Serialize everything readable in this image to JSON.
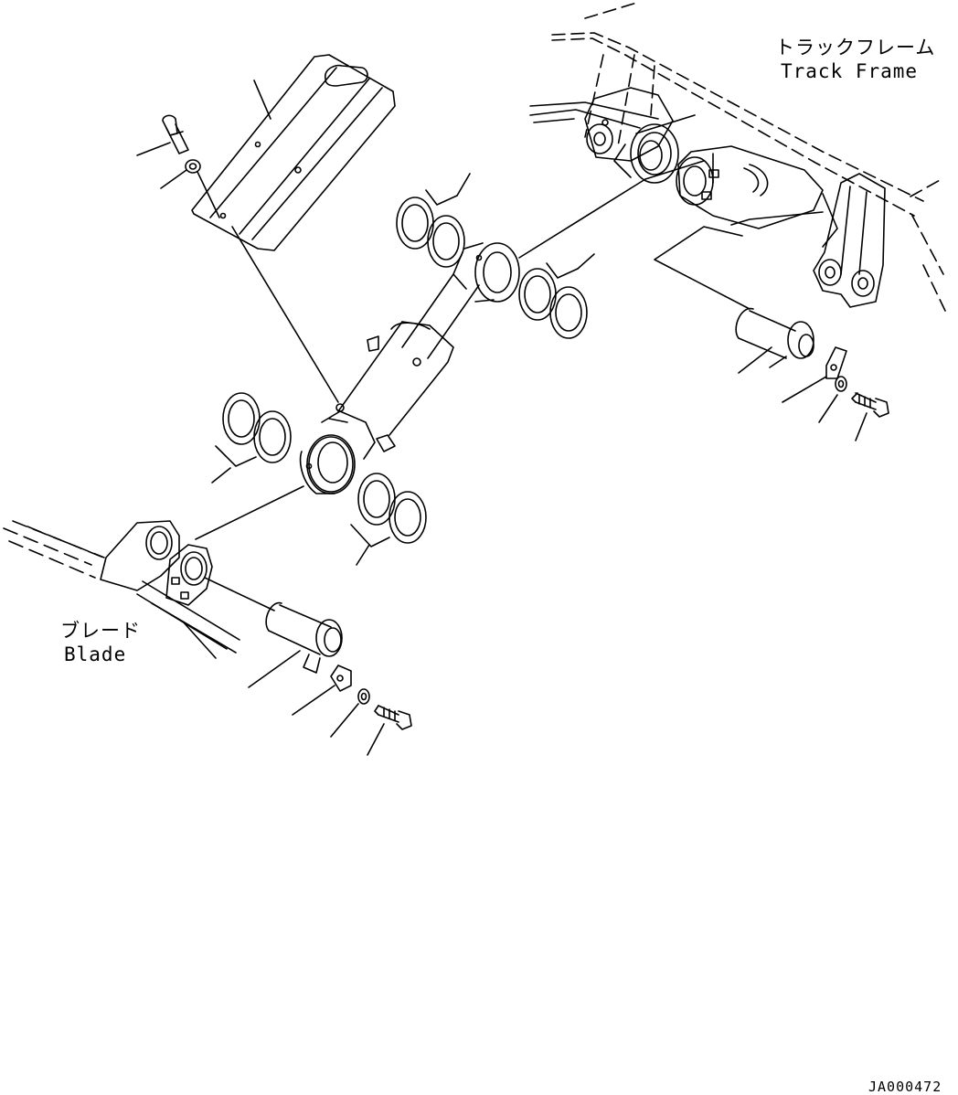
{
  "labels": {
    "track_frame_jp": "トラックフレーム",
    "track_frame_en": "Track Frame",
    "blade_jp": "ブレード",
    "blade_en": "Blade",
    "drawing_code": "JA000472"
  },
  "colors": {
    "line": "#000000",
    "background": "#ffffff"
  }
}
